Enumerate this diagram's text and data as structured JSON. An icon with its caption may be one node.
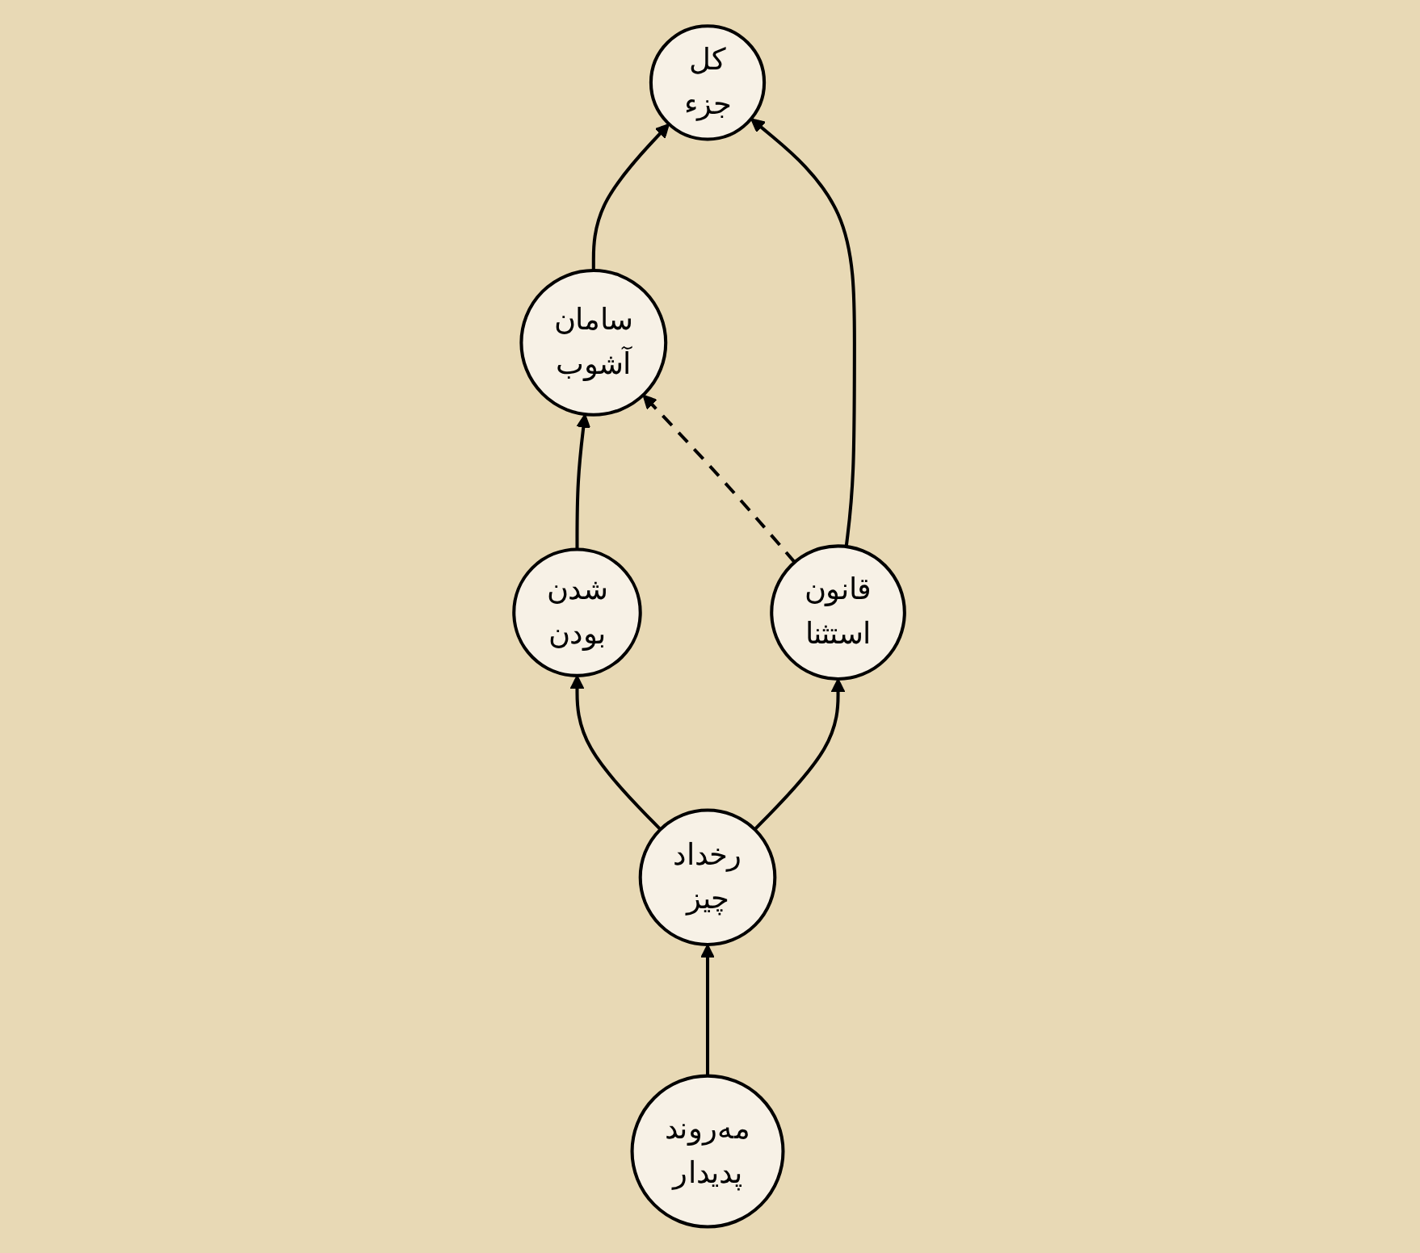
{
  "diagram": {
    "nodes": [
      {
        "text": [
          "کل",
          "جزء"
        ]
      },
      {
        "text": [
          "قانون",
          "استثنا"
        ]
      },
      {
        "text": [
          "سامان",
          "آشوب"
        ]
      },
      {
        "text": [
          "مەروند",
          "پدیدار"
        ]
      },
      {
        "text": [
          "رخداد",
          "چیز"
        ]
      },
      {
        "text": [
          "شدن",
          "بودن"
        ]
      }
    ],
    "edges": [
      {
        "from": 3,
        "to": 4,
        "arrow": "to"
      },
      {
        "from": 4,
        "to": 5,
        "arrow": "to"
      },
      {
        "from": 4,
        "to": 1,
        "arrow": "to"
      },
      {
        "from": 5,
        "to": 2,
        "arrow": "to"
      },
      {
        "from": 1,
        "to": 2,
        "arrow": "to",
        "style": "dashed"
      },
      {
        "from": 1,
        "to": 0,
        "arrow": "to"
      },
      {
        "from": 2,
        "to": 0,
        "arrow": "to"
      }
    ]
  }
}
